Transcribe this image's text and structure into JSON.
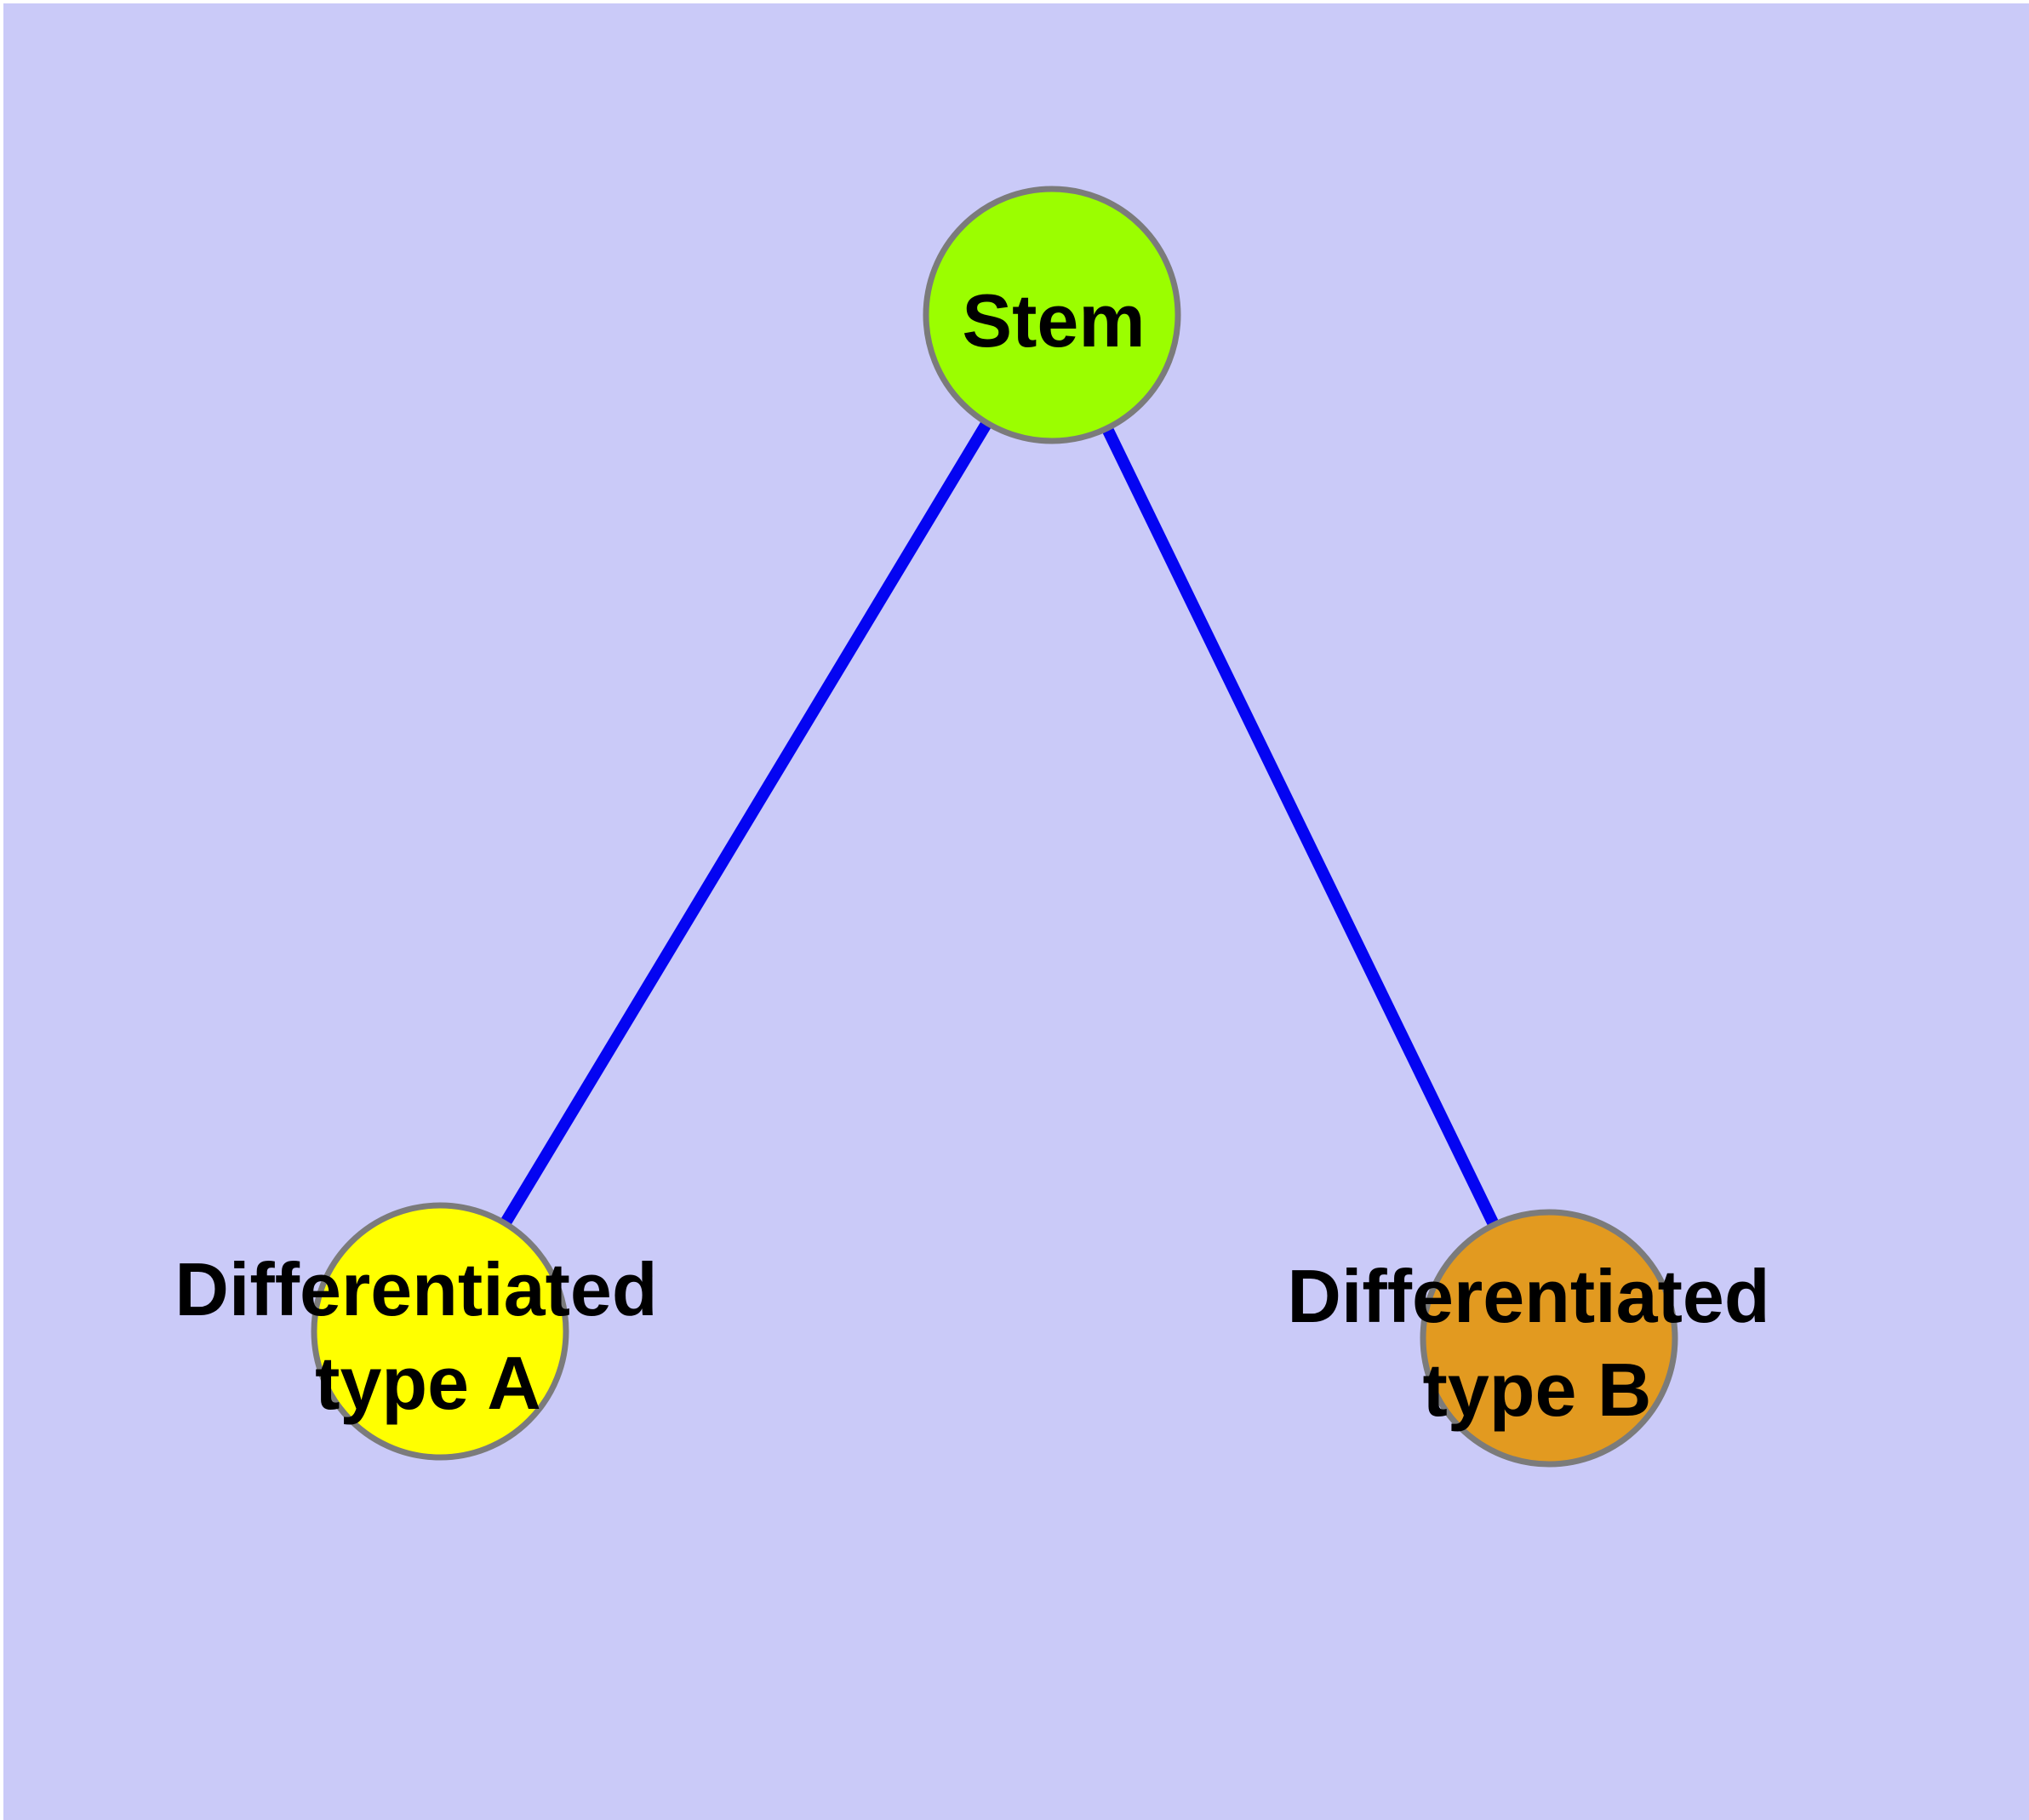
{
  "diagram": {
    "type": "graph",
    "description": "Cell differentiation hierarchy diagram with one stem node and two differentiated type nodes",
    "colors": {
      "background": "#CACAF8",
      "frame": "#FFFFFF",
      "edge": "#0404F2",
      "node_border": "#7B7B7B",
      "label": "#000000",
      "stem_fill": "#9BFE00",
      "type_a_fill": "#FFFF00",
      "type_b_fill": "#E29A20"
    },
    "nodes": [
      {
        "id": "stem",
        "label": "Stem",
        "fill": "#9BFE00"
      },
      {
        "id": "differentiated-type-a",
        "label": "Differentiated type A",
        "label_line1": "Differentiated",
        "label_line2": "type A",
        "fill": "#FFFF00"
      },
      {
        "id": "differentiated-type-b",
        "label": "Differentiated type B",
        "label_line1": "Differentiated",
        "label_line2": "type B",
        "fill": "#E29A20"
      }
    ],
    "edges": [
      {
        "from": "Stem",
        "to": "Differentiated type A"
      },
      {
        "from": "Stem",
        "to": "Differentiated type B"
      }
    ]
  }
}
